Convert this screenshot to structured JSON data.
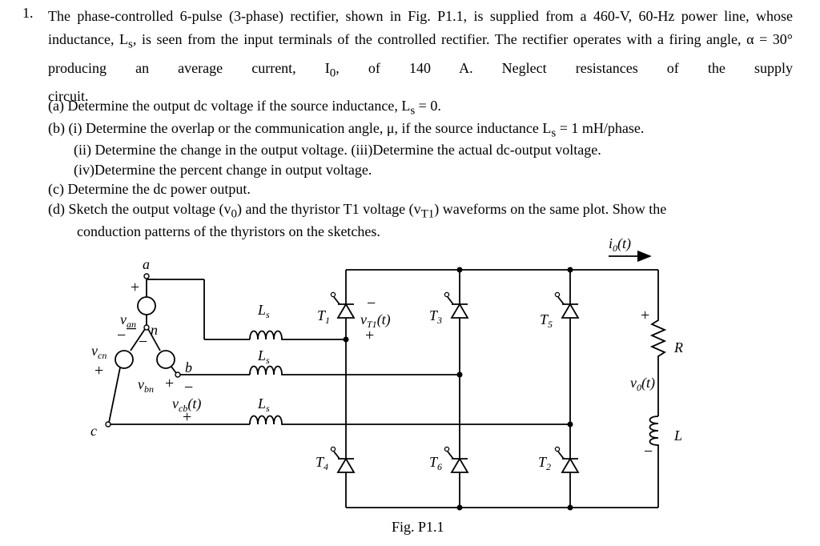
{
  "problem": {
    "number": "1.",
    "intro_1": "The phase-controlled 6-pulse (3-phase) rectifier, shown in Fig. P1.1, is supplied from a 460-V, 60-Hz power",
    "intro_2": "line, whose inductance, L",
    "intro_2b": ", is seen from the input terminals of the controlled rectifier. The rectifier operates",
    "intro_3": "with a firing angle, α = 30° producing an average current, I",
    "intro_3b": ", of 140 A. Neglect resistances of the supply",
    "intro_4": "circuit.",
    "part_a": "(a) Determine the output dc voltage if the source inductance, L",
    "part_a_end": " = 0.",
    "part_b": "(b) (i) Determine the overlap or the communication angle, μ, if the source inductance L",
    "part_b_end": " = 1 mH/phase.",
    "part_b2": "(ii) Determine the change in the output voltage.  (iii)Determine the actual dc-output voltage.",
    "part_b3": "(iv)Determine the percent change in output voltage.",
    "part_c": "(c) Determine the dc power output.",
    "part_d_1": "(d)  Sketch the output voltage (v",
    "part_d_1b": ") and the thyristor T1 voltage (v",
    "part_d_1c": ") waveforms on the same plot. Show the",
    "part_d_2": "conduction patterns of the thyristors on the sketches."
  },
  "figure": {
    "caption": "Fig. P1.1",
    "node_a": "a",
    "node_b": "b",
    "node_c": "c",
    "node_n": "n",
    "van": "v",
    "van_sub": "an",
    "vbn": "v",
    "vbn_sub": "bn",
    "vcn": "v",
    "vcn_sub": "cn",
    "vcb": "v",
    "vcb_sub": "cb",
    "vcb_t": "(t)",
    "ls": "L",
    "ls_sub": "s",
    "t1": "T",
    "t1_sub": "1",
    "t2": "T",
    "t2_sub": "2",
    "t3": "T",
    "t3_sub": "3",
    "t4": "T",
    "t4_sub": "4",
    "t5": "T",
    "t5_sub": "5",
    "t6": "T",
    "t6_sub": "6",
    "vt1": "v",
    "vt1_sub": "T1",
    "vt1_t": "(t)",
    "io": "i",
    "io_sub": "0",
    "io_t": "(t)",
    "vo": "v",
    "vo_sub": "0",
    "vo_t": "(t)",
    "r": "R",
    "l": "L",
    "plus": "+",
    "minus": "−"
  }
}
